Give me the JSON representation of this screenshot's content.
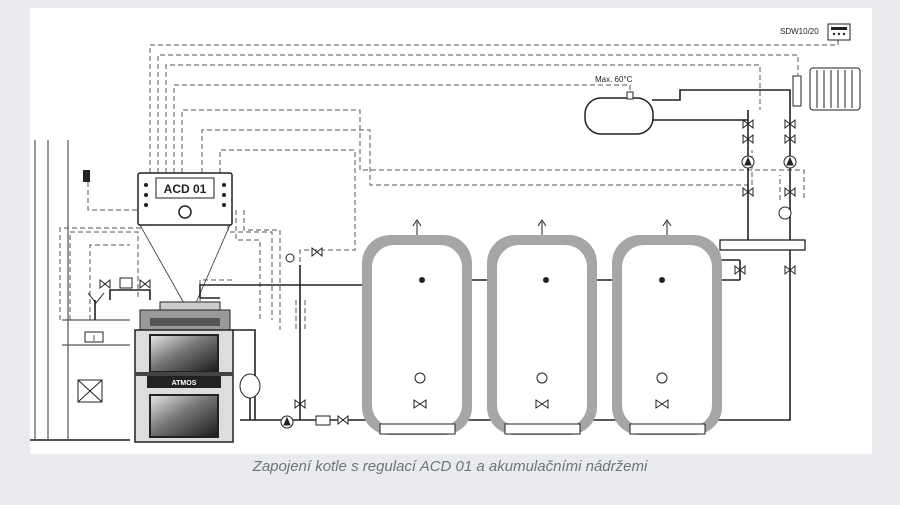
{
  "caption": "Zapojení kotle s regulací ACD 01 a akumulačními nádržemi",
  "labels": {
    "controller": "ACD 01",
    "boiler_brand": "ATMOS",
    "room_unit": "SDW10/20",
    "expansion_limit": "Max. 60°C"
  },
  "colors": {
    "background": "#e9ebee",
    "panel": "#ffffff",
    "line": "#222222",
    "tank_casing": "#a6a6a6",
    "caption": "#6f7378"
  }
}
